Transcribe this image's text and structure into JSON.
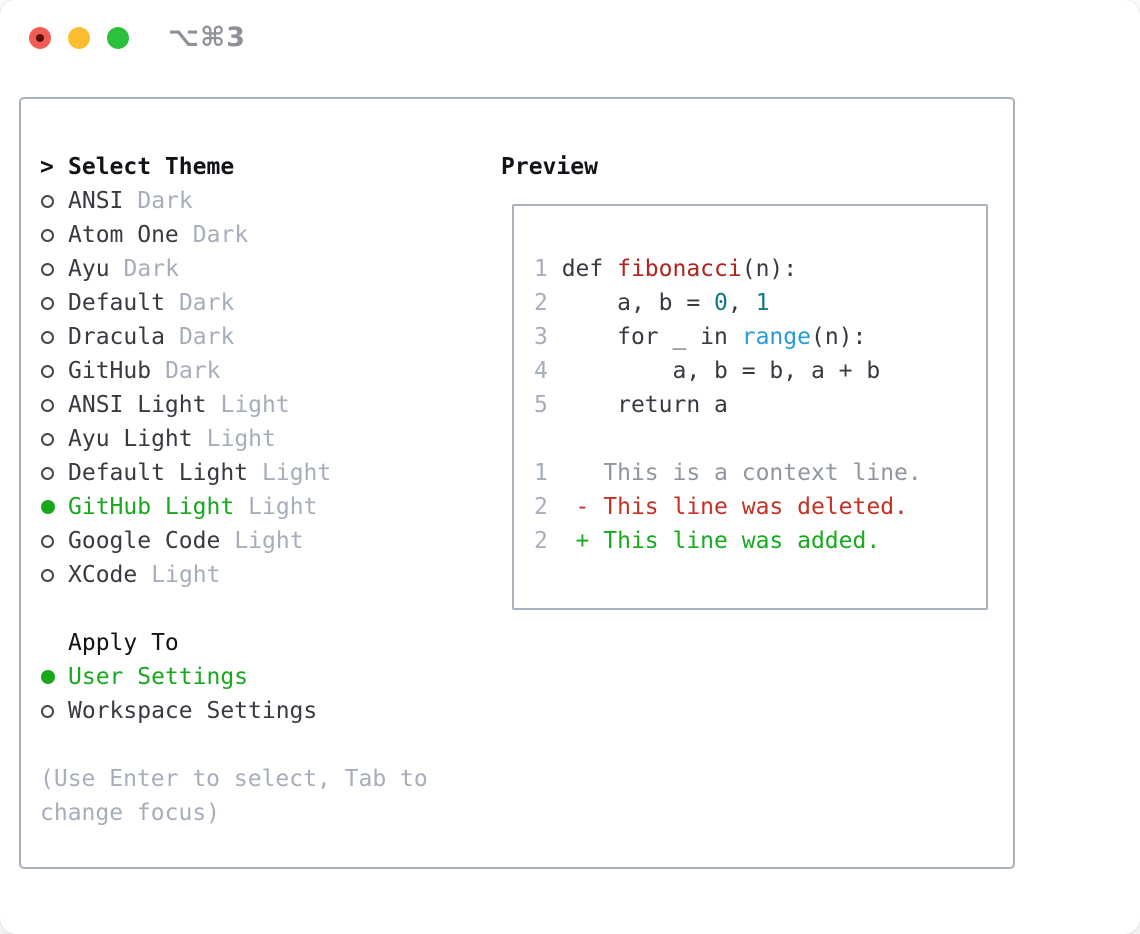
{
  "titlebar": {
    "title": "⌥⌘3"
  },
  "colors": {
    "accent_green": "#17a81e",
    "syntax_function_red": "#b0241c",
    "syntax_number_teal": "#0e7a86",
    "syntax_builtin_blue": "#279cd4",
    "diff_deleted_red": "#c53223",
    "diff_added_green": "#17ab1f",
    "text_dark": "#373b41",
    "text_muted": "#a6aebb",
    "border_gray": "#a9b2bc",
    "traffic_red": "#f35c54",
    "traffic_yellow": "#fcbe31",
    "traffic_green": "#2cc13d"
  },
  "theme_picker": {
    "prompt": ">",
    "title": "Select Theme",
    "items": [
      {
        "name": "ANSI",
        "tag": "Dark",
        "selected": false
      },
      {
        "name": "Atom One",
        "tag": "Dark",
        "selected": false
      },
      {
        "name": "Ayu",
        "tag": "Dark",
        "selected": false
      },
      {
        "name": "Default",
        "tag": "Dark",
        "selected": false
      },
      {
        "name": "Dracula",
        "tag": "Dark",
        "selected": false
      },
      {
        "name": "GitHub",
        "tag": "Dark",
        "selected": false
      },
      {
        "name": "ANSI Light",
        "tag": "Light",
        "selected": false
      },
      {
        "name": "Ayu Light",
        "tag": "Light",
        "selected": false
      },
      {
        "name": "Default Light",
        "tag": "Light",
        "selected": false
      },
      {
        "name": "GitHub Light",
        "tag": "Light",
        "selected": true
      },
      {
        "name": "Google Code",
        "tag": "Light",
        "selected": false
      },
      {
        "name": "XCode",
        "tag": "Light",
        "selected": false
      }
    ]
  },
  "apply_to": {
    "title": "Apply To",
    "options": [
      {
        "label": "User Settings",
        "selected": true
      },
      {
        "label": "Workspace Settings",
        "selected": false
      }
    ]
  },
  "hint": "(Use Enter to select, Tab to change focus)",
  "preview": {
    "title": "Preview",
    "code_lines": [
      {
        "num": "1",
        "segments": [
          {
            "t": "def ",
            "c": "code"
          },
          {
            "t": "fibonacci",
            "c": "func"
          },
          {
            "t": "(n):",
            "c": "code"
          }
        ]
      },
      {
        "num": "2",
        "segments": [
          {
            "t": "    a, b = ",
            "c": "code"
          },
          {
            "t": "0",
            "c": "num"
          },
          {
            "t": ", ",
            "c": "code"
          },
          {
            "t": "1",
            "c": "num"
          }
        ]
      },
      {
        "num": "3",
        "segments": [
          {
            "t": "    for _ in ",
            "c": "code"
          },
          {
            "t": "range",
            "c": "builtin"
          },
          {
            "t": "(n):",
            "c": "code"
          }
        ]
      },
      {
        "num": "4",
        "segments": [
          {
            "t": "        a, b = b, a + b",
            "c": "code"
          }
        ]
      },
      {
        "num": "5",
        "segments": [
          {
            "t": "    return a",
            "c": "code"
          }
        ]
      },
      {
        "num": "",
        "segments": []
      },
      {
        "num": "1",
        "segments": [
          {
            "t": "   This is a context line.",
            "c": "context"
          }
        ]
      },
      {
        "num": "2",
        "segments": [
          {
            "t": " - This line was deleted.",
            "c": "deleted"
          }
        ]
      },
      {
        "num": "2",
        "segments": [
          {
            "t": " + This line was added.",
            "c": "added"
          }
        ]
      }
    ]
  }
}
